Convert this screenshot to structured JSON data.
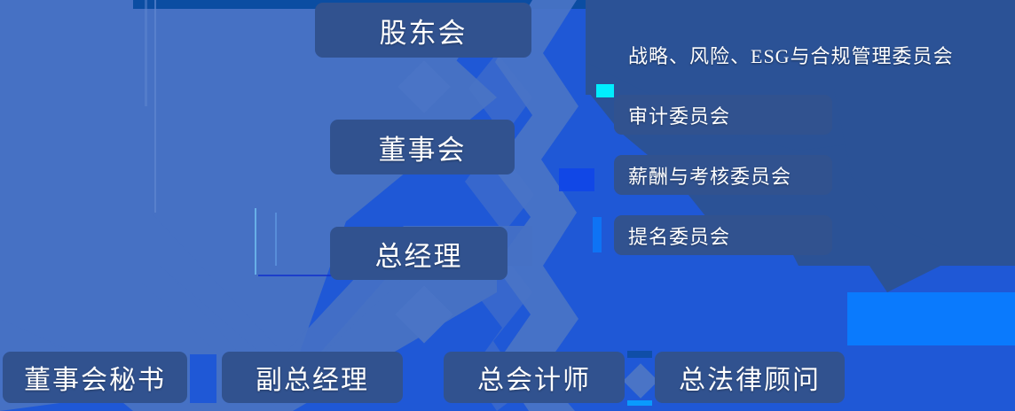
{
  "meta": {
    "title": "公司治理架构图",
    "palette": {
      "background_slate": "#4671c4",
      "background_blue": "#1f58d6",
      "background_navy": "#2b5296",
      "box_fill": "#31528f",
      "accent_cyan": "#00eeff",
      "diamond": "#4a74c6",
      "text": "#ffffff"
    }
  },
  "hierarchy": {
    "level1": {
      "label": "股东会"
    },
    "level2": {
      "label": "董事会"
    },
    "level3": {
      "label": "总经理"
    }
  },
  "committees": [
    {
      "label": "战略、风险、ESG与合规管理委员会",
      "boxed": false
    },
    {
      "label": "审计委员会",
      "boxed": true
    },
    {
      "label": "薪酬与考核委员会",
      "boxed": true
    },
    {
      "label": "提名委员会",
      "boxed": true
    }
  ],
  "executives": [
    {
      "label": "董事会秘书"
    },
    {
      "label": "副总经理"
    },
    {
      "label": "总会计师"
    },
    {
      "label": "总法律顾问"
    }
  ],
  "decorations": {
    "diamond_top": "diamond-connector",
    "diamond_middle": "diamond-connector",
    "diamond_bottom": "diamond-connector",
    "cyan_accent": "cyan-accent-block"
  }
}
